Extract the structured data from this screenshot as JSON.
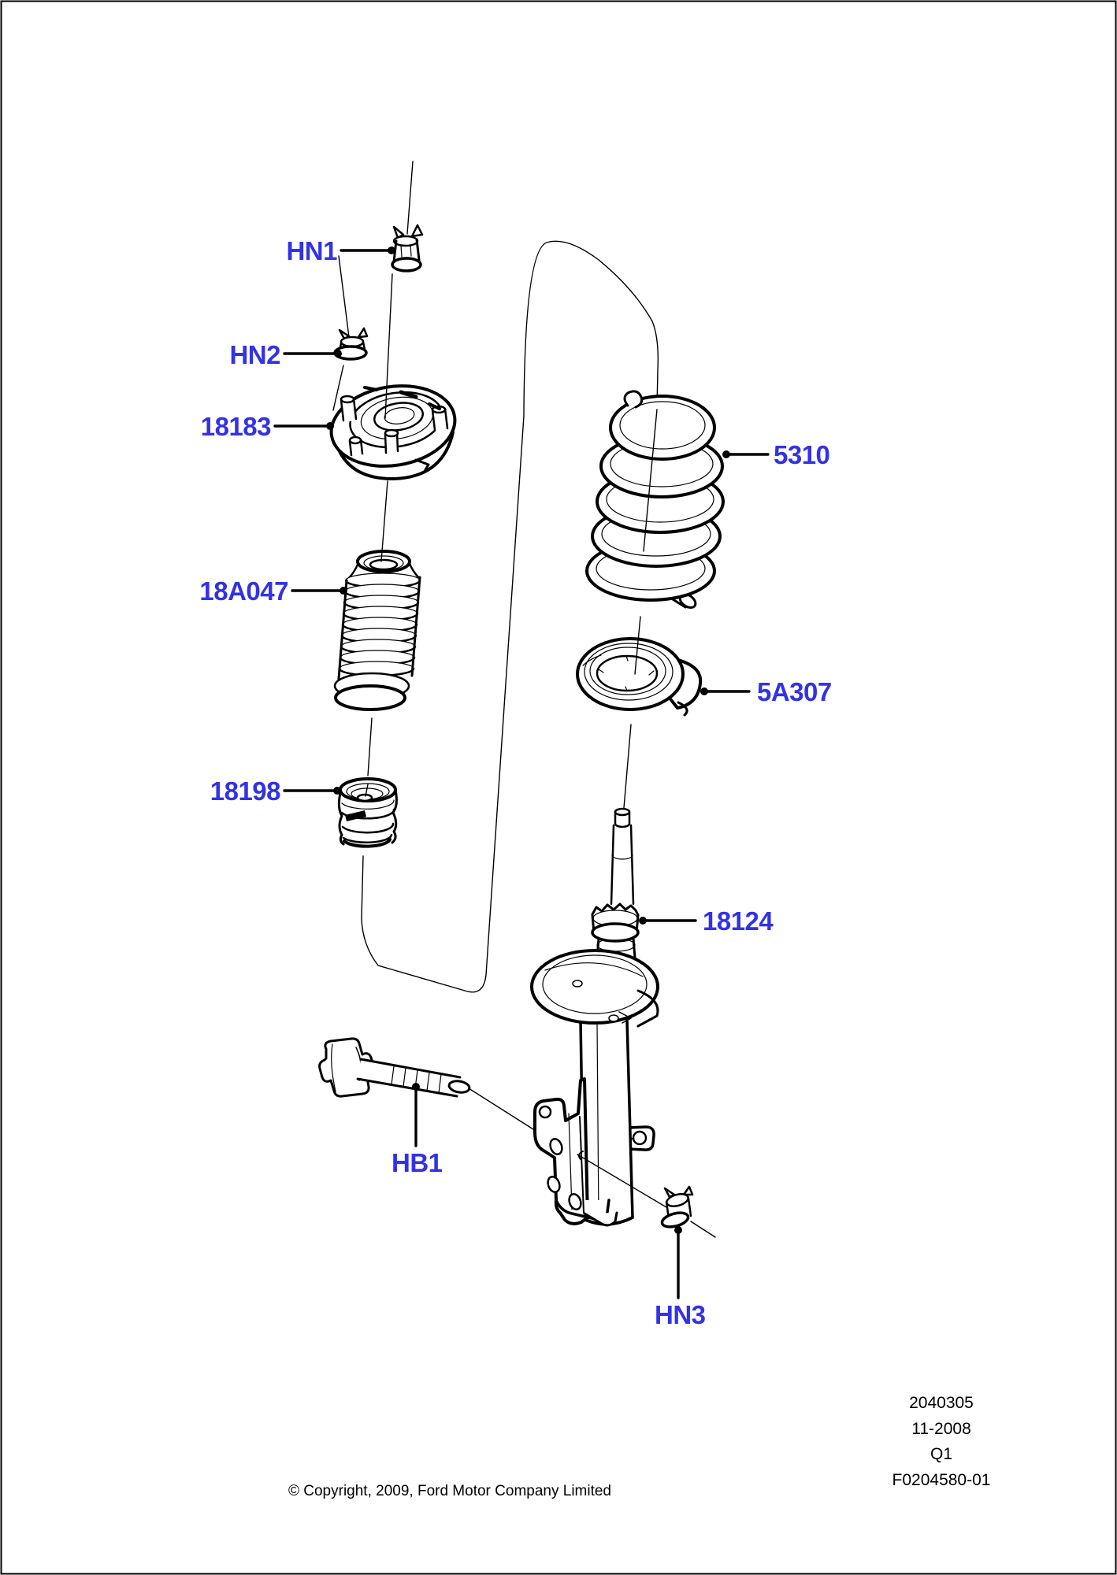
{
  "diagram": {
    "callouts": {
      "hn1": "HN1",
      "hn2": "HN2",
      "n18183": "18183",
      "n18a047": "18A047",
      "n18198": "18198",
      "n5310": "5310",
      "n5a307": "5A307",
      "n18124": "18124",
      "hb1": "HB1",
      "hn3": "HN3"
    },
    "footer": {
      "doc_number": "2040305",
      "issue_date": "11-2008",
      "quarter": "Q1",
      "figure_code": "F0204580-01",
      "copyright": "© Copyright, 2009, Ford Motor Company Limited"
    },
    "colors": {
      "callout_blue": "#3232E6",
      "line_black": "#000000",
      "background": "#FFFFFF"
    }
  }
}
